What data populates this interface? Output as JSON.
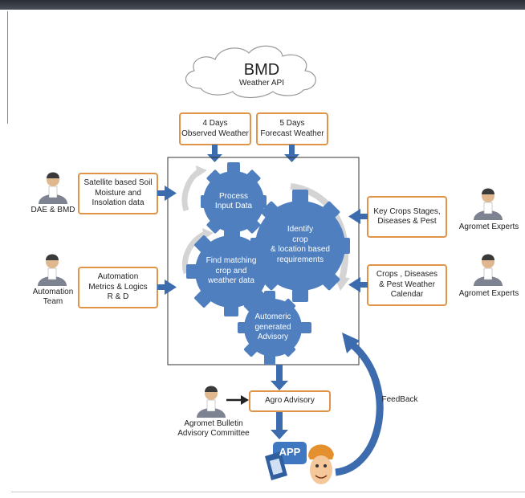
{
  "cloud": {
    "title": "BMD",
    "subtitle": "Weather API"
  },
  "weather_boxes": [
    {
      "line1": "4 Days",
      "line2": "Observed Weather"
    },
    {
      "line1": "5 Days",
      "line2": "Forecast Weather"
    }
  ],
  "left_inputs": [
    {
      "box": [
        "Satellite based Soil",
        "Moisture and",
        "Insolation data"
      ],
      "actor": "DAE & BMD"
    },
    {
      "box": [
        "Automation",
        "Metrics & Logics",
        "R & D"
      ],
      "actor": [
        "Automation",
        "Team"
      ]
    }
  ],
  "right_inputs": [
    {
      "box": [
        "Key Crops Stages,",
        "Diseases & Pest"
      ],
      "actor": "Agromet Experts"
    },
    {
      "box": [
        "Crops , Diseases",
        "& Pest Weather",
        "Calendar"
      ],
      "actor": "Agromet Experts"
    }
  ],
  "gears": [
    {
      "lines": [
        "Process",
        "Input Data"
      ]
    },
    {
      "lines": [
        "Identify",
        "crop",
        "& location based",
        "requirements"
      ]
    },
    {
      "lines": [
        "Find matching",
        "crop and",
        "weather data"
      ]
    },
    {
      "lines": [
        "Automeric",
        "generated",
        "Advisory"
      ]
    }
  ],
  "output": {
    "advisory": "Agro Advisory",
    "committee": [
      "Agromet Bulletin",
      "Advisory Committee"
    ],
    "app": "APP",
    "feedback": "FeedBack"
  },
  "colors": {
    "gear": "#4f7fbf",
    "arrow": "#3c6cae",
    "box_border": "#e0944a",
    "cycle_arrow": "#d8d8d8"
  }
}
